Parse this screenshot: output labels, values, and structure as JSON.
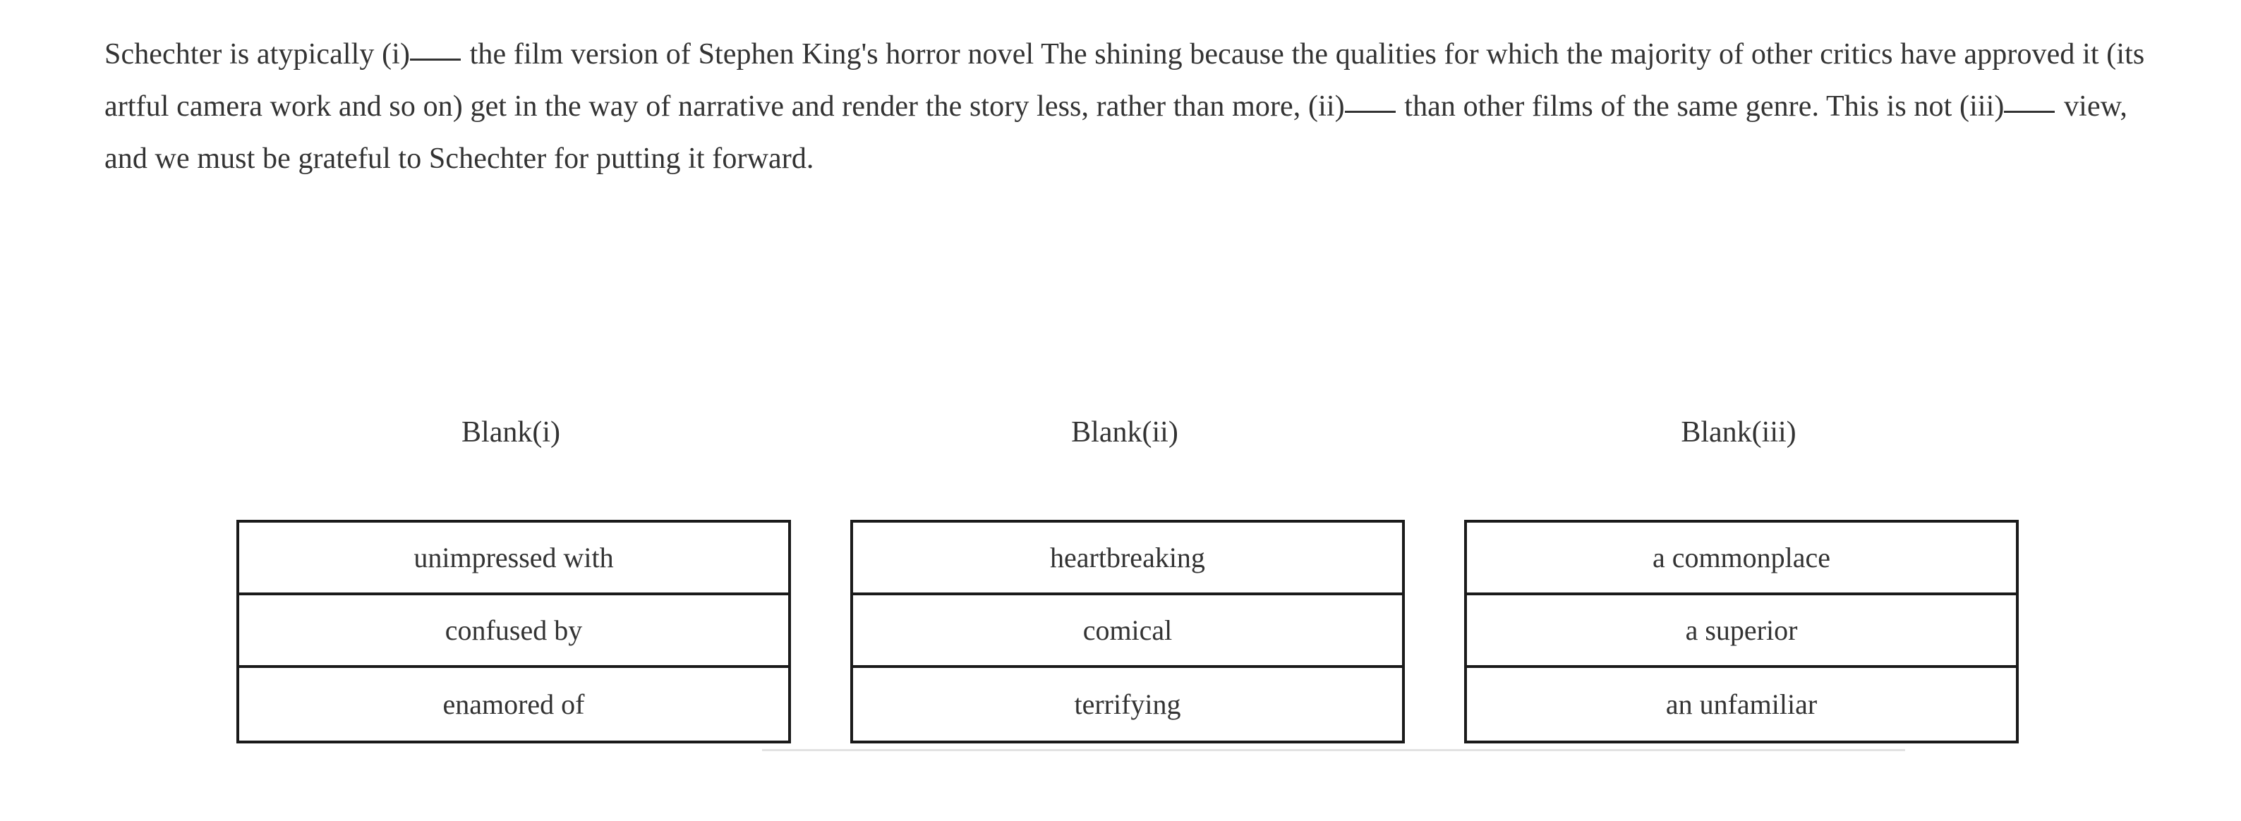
{
  "question": {
    "passage_parts": [
      "Schechter is atypically (i)",
      " the film version of Stephen King's horror novel The shining because the qualities for which the majority of other critics have approved it (its artful camera work and so on) get in the way of narrative and render the story less, rather than more, (ii)",
      " than other films of the same genre. This is not (iii)",
      " view, and we must be grateful to Schechter for putting it forward."
    ],
    "full_text": "Schechter is atypically (i)_____ the film version of Stephen King's horror novel The shining because the qualities for which the majority of other critics have approved it (its artful camera work and so on) get in the way of narrative and render the story less, rather than more, (ii)_____ than other films of the same genre. This is not (iii)_____ view, and we must be grateful to Schechter for putting it forward."
  },
  "blanks": [
    {
      "header": "Blank(i)",
      "options": [
        "unimpressed with",
        "confused by",
        "enamored of"
      ]
    },
    {
      "header": "Blank(ii)",
      "options": [
        "heartbreaking",
        "comical",
        "terrifying"
      ]
    },
    {
      "header": "Blank(iii)",
      "options": [
        "a commonplace",
        "a superior",
        "an unfamiliar"
      ]
    }
  ],
  "colors": {
    "text": "#333333",
    "border": "#1a1a1a",
    "background": "#ffffff",
    "divider": "#e2e2e2"
  }
}
